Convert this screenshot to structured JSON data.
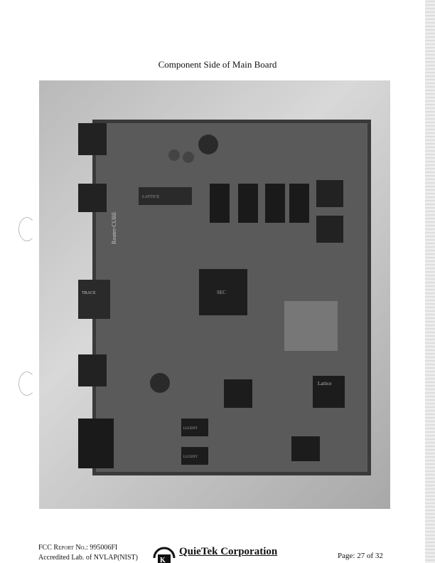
{
  "document": {
    "title": "Component Side of Main Board",
    "footer": {
      "report_no": "FCC Report No.: 995006FI",
      "accreditation": "Accredited Lab. of NVLAP(NIST)",
      "company": "QuieTek Corporation",
      "page": "Page: 27 of 32"
    },
    "photo": {
      "board_labels": [
        "Router-CUBE",
        "LATTICE",
        "Lattice",
        "SEC",
        "LUCENT",
        "LUCENT",
        "TRACE"
      ]
    }
  }
}
